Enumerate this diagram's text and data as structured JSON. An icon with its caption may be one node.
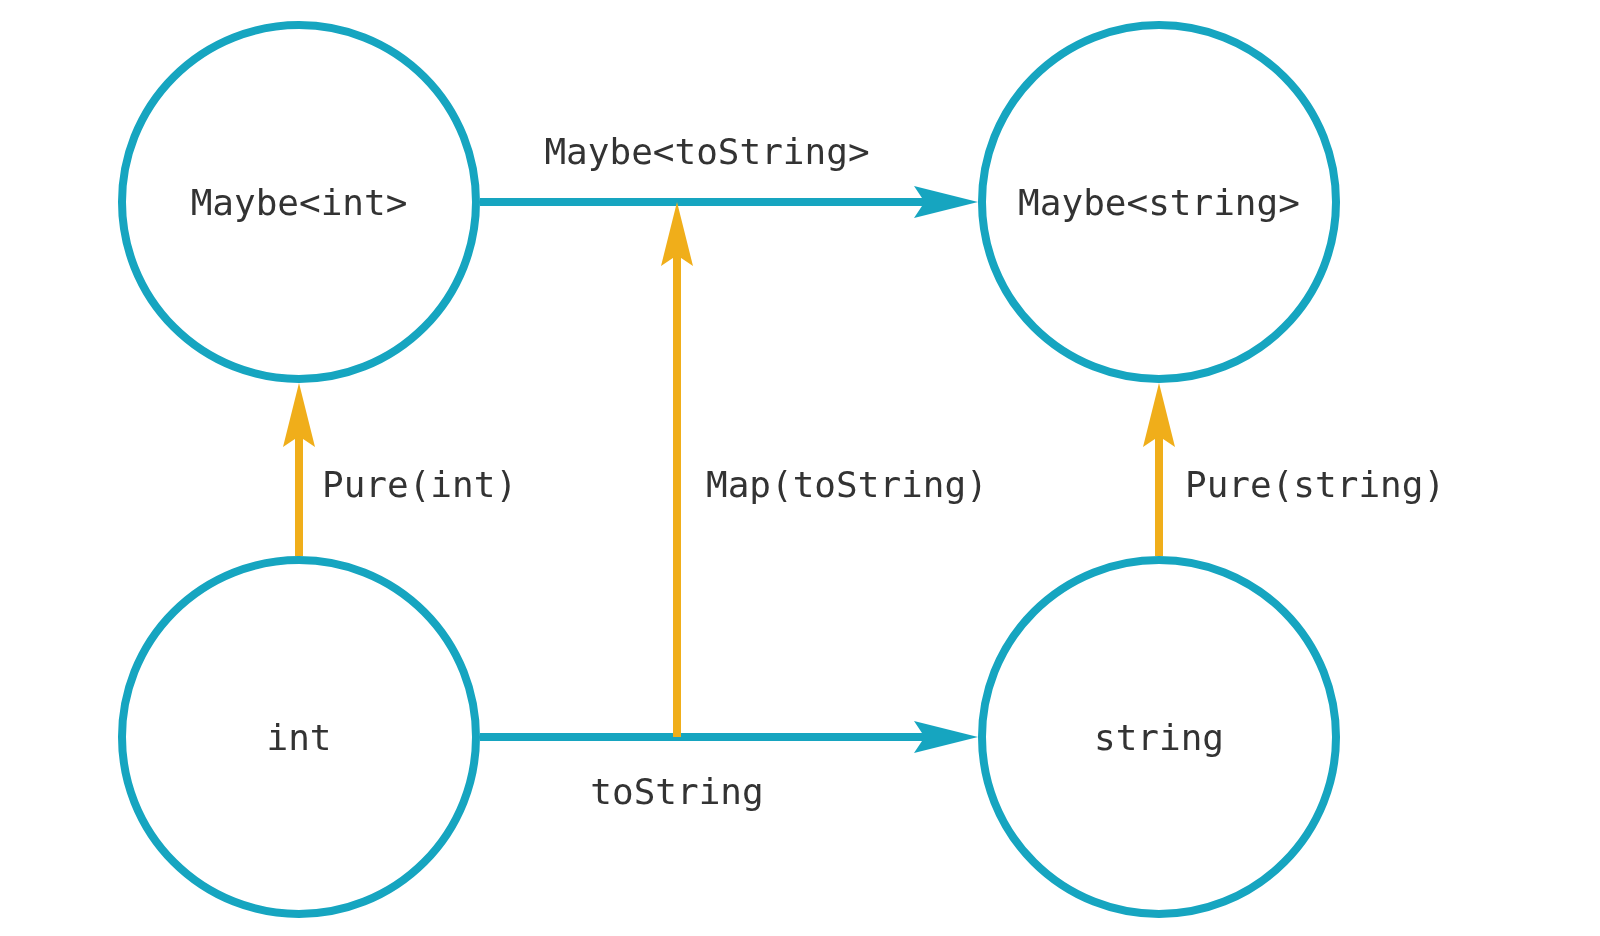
{
  "diagram": {
    "nodes": [
      {
        "text": [
          "Maybe<int>"
        ]
      },
      {
        "text": [
          "Maybe<string>"
        ]
      },
      {
        "text": [
          "int"
        ]
      },
      {
        "text": [
          "string"
        ]
      }
    ],
    "edges": [
      {
        "from": 0,
        "to": 1,
        "arrow": "to",
        "label": "Maybe<toString>",
        "color": "#16a5c0"
      },
      {
        "from": 2,
        "to": 3,
        "arrow": "to",
        "label": "toString",
        "color": "#16a5c0"
      },
      {
        "from": 2,
        "to": 0,
        "arrow": "to",
        "label": "Pure(int)",
        "color": "#f0ae1a"
      },
      {
        "from": 3,
        "to": 1,
        "arrow": "to",
        "label": "Pure(string)",
        "color": "#f0ae1a"
      }
    ],
    "labels": [
      "Map(toString)"
    ]
  }
}
